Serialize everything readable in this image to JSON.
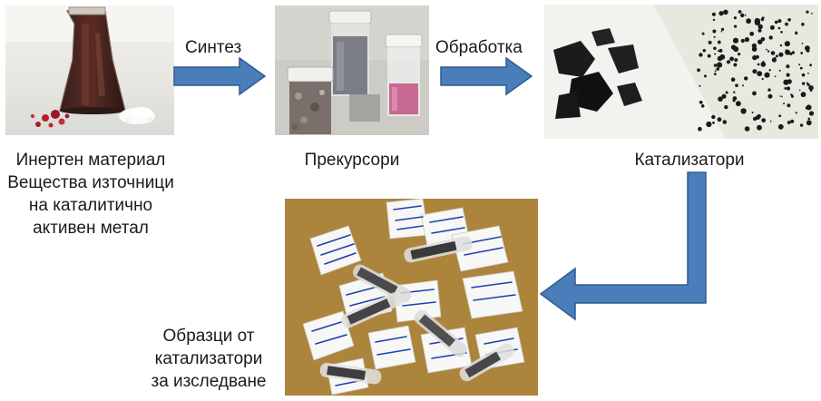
{
  "steps": {
    "inert": {
      "lines": [
        "Инертен материал",
        "Вещества източници",
        "на каталитично",
        "активен метал"
      ]
    },
    "precursors": {
      "label": "Прекурсори"
    },
    "catalysts": {
      "label": "Катализатори"
    },
    "samples": {
      "lines": [
        "Образци от",
        "катализатори",
        "за изследване"
      ]
    }
  },
  "arrows": {
    "synthesis": "Синтез",
    "processing": "Обработка"
  },
  "colors": {
    "arrow_fill": "#4a7ebb",
    "arrow_stroke": "#2f5b8f"
  }
}
